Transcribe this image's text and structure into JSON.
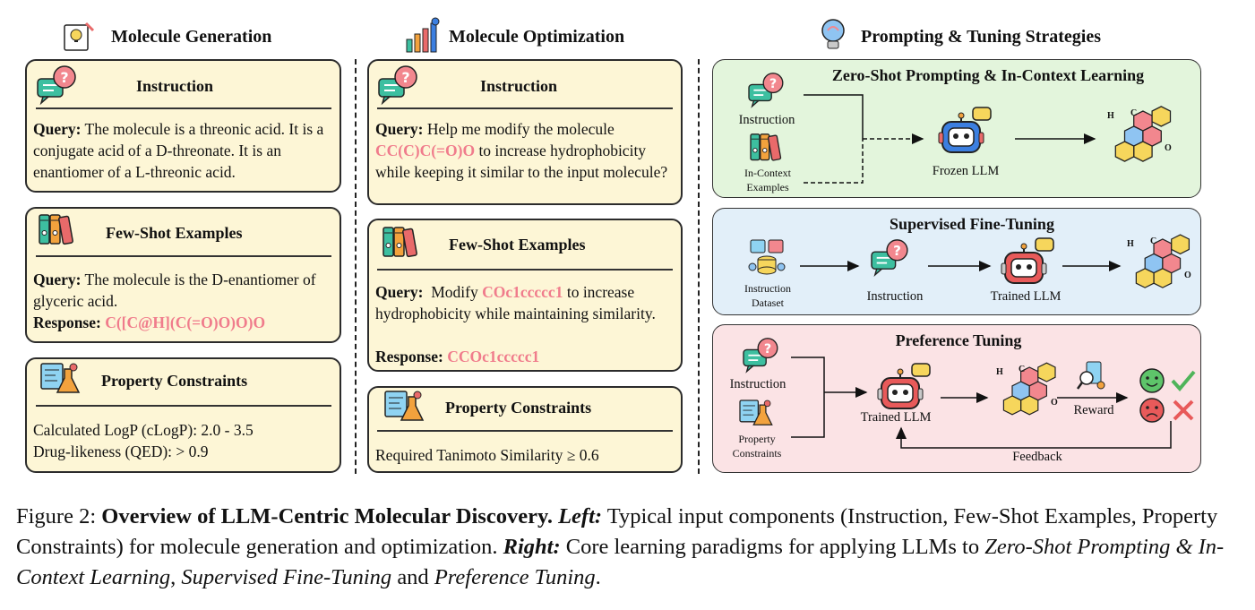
{
  "columns": {
    "generation": {
      "title": "Molecule Generation",
      "instruction": {
        "heading": "Instruction",
        "query_label": "Query:",
        "query_text": "The molecule is a threonic acid. It is a conjugate acid of a D-threonate. It is an enantiomer of a L-threonic acid."
      },
      "few_shot": {
        "heading": "Few-Shot Examples",
        "query_label": "Query:",
        "query_text": "The molecule is the D-enantiomer of glyceric acid.",
        "response_label": "Response:",
        "response_smiles": "C([C@H](C(=O)O)O)O"
      },
      "constraints": {
        "heading": "Property Constraints",
        "line1": "Calculated LogP (cLogP): 2.0 - 3.5",
        "line2": "Drug-likeness (QED): > 0.9"
      }
    },
    "optimization": {
      "title": "Molecule Optimization",
      "instruction": {
        "heading": "Instruction",
        "query_label": "Query:",
        "query_pre": "Help me modify the molecule",
        "query_smiles": "CC(C)C(=O)O",
        "query_post": "to increase hydrophobicity while keeping it similar to the input molecule?"
      },
      "few_shot": {
        "heading": "Few-Shot Examples",
        "query_label": "Query:",
        "query_pre": "Modify",
        "query_smiles": "COc1ccccc1",
        "query_post": "to increase hydrophobicity while maintaining similarity.",
        "response_label": "Response:",
        "response_smiles": "CCOc1ccccc1"
      },
      "constraints": {
        "heading": "Property Constraints",
        "line1": "Required Tanimoto Similarity ≥ 0.6"
      }
    },
    "strategies": {
      "title": "Prompting & Tuning Strategies",
      "zero_shot": {
        "title": "Zero-Shot Prompting & In-Context Learning",
        "instruction": "Instruction",
        "examples_line1": "In-Context",
        "examples_line2": "Examples",
        "llm": "Frozen LLM"
      },
      "sft": {
        "title": "Supervised Fine-Tuning",
        "dataset_line1": "Instruction",
        "dataset_line2": "Dataset",
        "instruction": "Instruction",
        "llm": "Trained LLM"
      },
      "preference": {
        "title": "Preference Tuning",
        "instruction": "Instruction",
        "constraints_line1": "Property",
        "constraints_line2": "Constraints",
        "llm": "Trained LLM",
        "reward": "Reward",
        "feedback": "Feedback"
      }
    }
  },
  "molecule_atoms": {
    "h": "H",
    "c": "C",
    "o": "O"
  },
  "colors": {
    "card_bg": "#fdf6d6",
    "panel_green": "#e3f5dc",
    "panel_blue": "#e2eff9",
    "panel_pink": "#fbe3e5",
    "smiles_pink": "#f07c8c"
  },
  "caption": {
    "fig_label": "Figure 2:",
    "bold_title": "Overview of LLM-Centric Molecular Discovery.",
    "left_label": "Left:",
    "left_text": "Typical input components (Instruction, Few-Shot Examples, Property Constraints) for molecule generation and optimization.",
    "right_label": "Right:",
    "right_text": "Core learning paradigms for applying LLMs to",
    "term1": "Zero-Shot Prompting & In-Context Learning",
    "sep1": ",",
    "term2": "Supervised Fine-Tuning",
    "sep2": "and",
    "term3": "Preference Tuning",
    "end": "."
  }
}
